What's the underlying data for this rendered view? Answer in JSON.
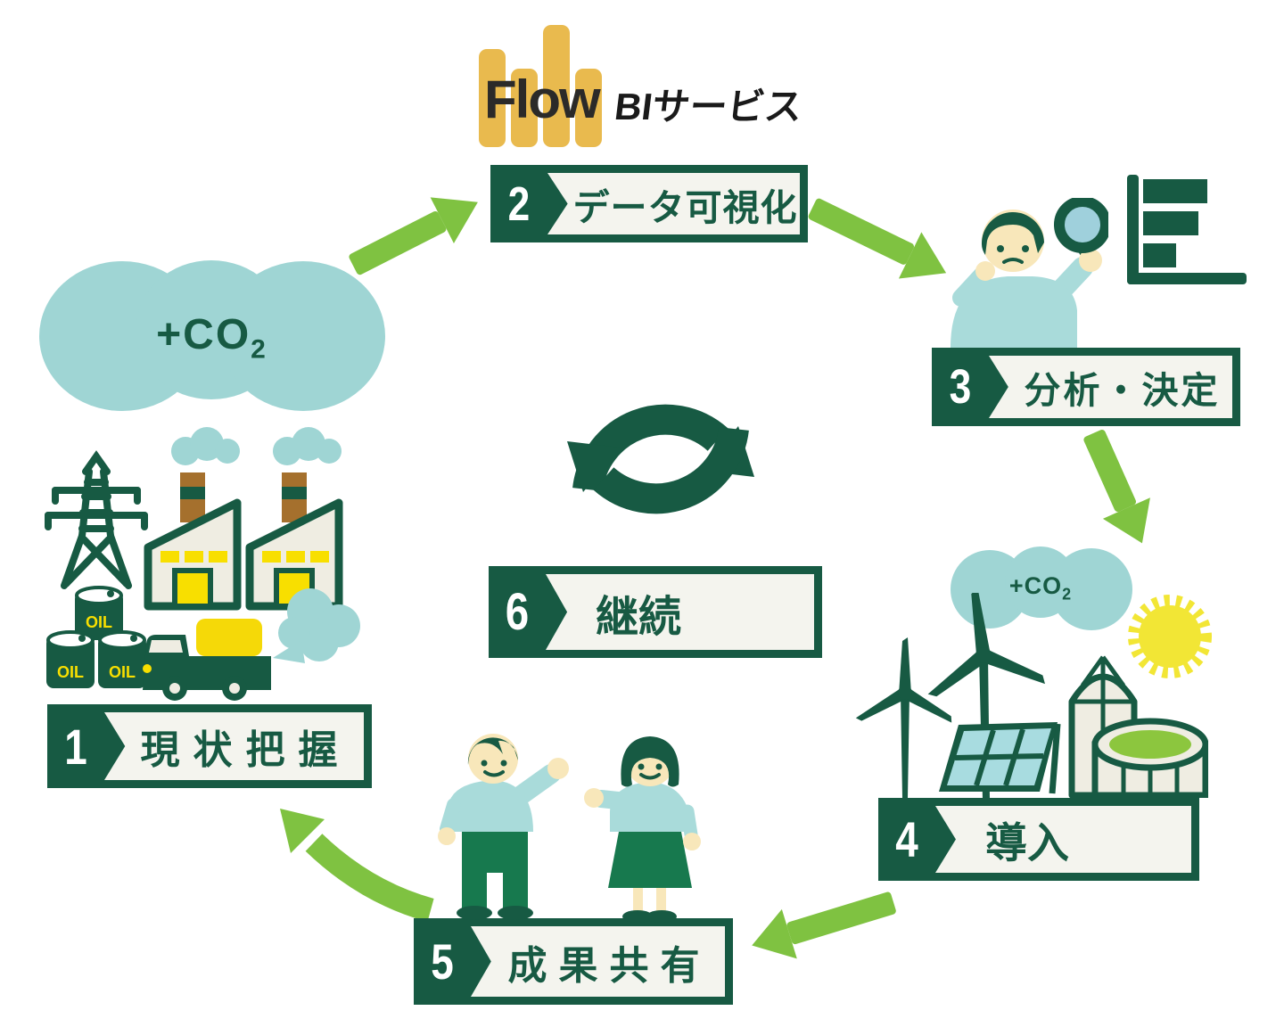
{
  "logo": {
    "name": "Flow",
    "service": "BIサービス"
  },
  "steps": [
    {
      "num": "1",
      "label": "現状把握"
    },
    {
      "num": "2",
      "label": "データ可視化"
    },
    {
      "num": "3",
      "label": "分析・決定"
    },
    {
      "num": "4",
      "label": "導入"
    },
    {
      "num": "5",
      "label": "成果共有"
    },
    {
      "num": "6",
      "label": "継続"
    }
  ],
  "co2": {
    "text": "+CO",
    "sub": "2"
  },
  "oil": {
    "label": "OIL"
  },
  "icons": {
    "logo_mark": "bar-chart-logo",
    "center": "recycle-circular-arrows",
    "step1": [
      "power-pylon",
      "factory-smokestacks",
      "oil-barrels",
      "delivery-truck",
      "co2-cloud"
    ],
    "step3": [
      "person-with-magnifier",
      "horizontal-bar-chart"
    ],
    "step4": [
      "co2-cloud",
      "sun",
      "wind-turbines",
      "solar-panel",
      "biogas-plant"
    ],
    "step5": [
      "two-people-high-five"
    ],
    "connector": "green-arrow"
  },
  "colors": {
    "dark_green": "#175A43",
    "light_green_arrow": "#7FC241",
    "cloud_teal": "#9FD5D4",
    "shirt_teal": "#A9DBDA",
    "skin": "#F8E7BA",
    "yellow": "#F8DF00",
    "logo_gold": "#E9BA4E",
    "chimney_brown": "#A5702D",
    "tank_lime": "#8CC63E",
    "sun_yellow": "#F2E635"
  }
}
